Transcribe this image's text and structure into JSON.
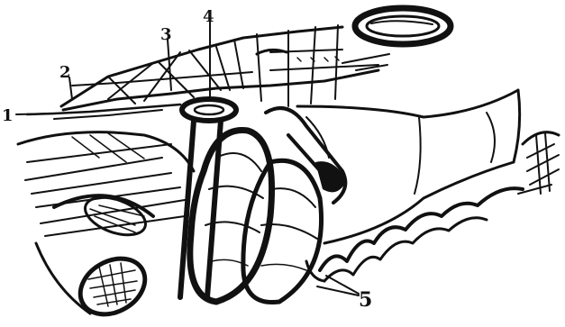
{
  "colors": {
    "ink": "#111111",
    "paper": "#ffffff"
  },
  "labels": [
    {
      "id": "1",
      "text": "1"
    },
    {
      "id": "2",
      "text": "2"
    },
    {
      "id": "3",
      "text": "3"
    },
    {
      "id": "4",
      "text": "4"
    },
    {
      "id": "5",
      "text": "5"
    }
  ]
}
